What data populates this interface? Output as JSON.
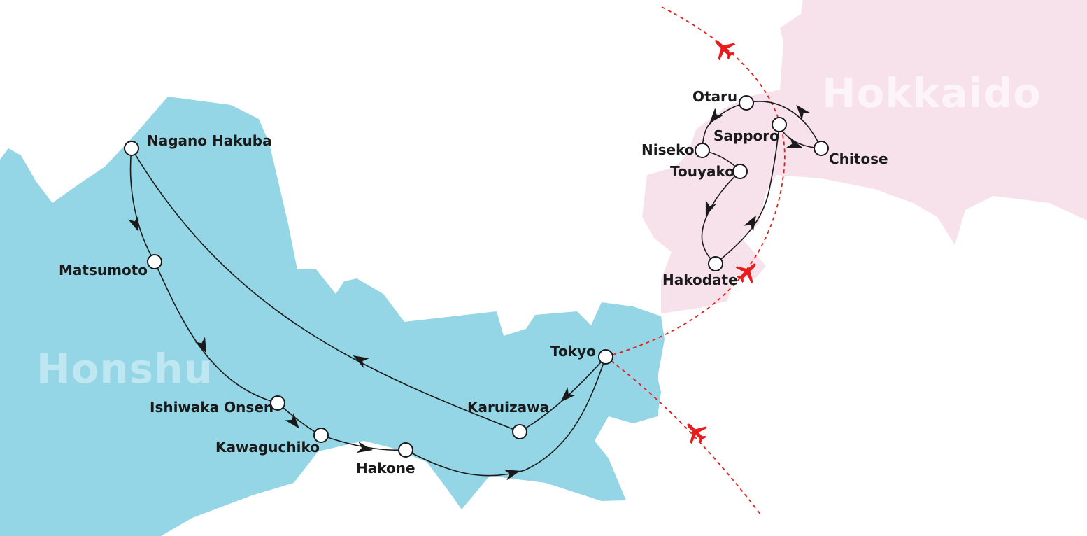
{
  "colors": {
    "honshu_land": "#94d6e6",
    "honshu_label": "#bfe7f1",
    "hokkaido_land": "#f7e1ea",
    "hokkaido_label": "#fdf4f7",
    "route_line": "#1a1a1a",
    "flight_route": "#e81c1c"
  },
  "regions": {
    "honshu": "Honshu",
    "hokkaido": "Hokkaido"
  },
  "cities": {
    "nagano_hakuba": "Nagano Hakuba",
    "matsumoto": "Matsumoto",
    "ishiwaka_onsen": "Ishiwaka Onsen",
    "kawaguchiko": "Kawaguchiko",
    "hakone": "Hakone",
    "karuizawa": "Karuizawa",
    "tokyo": "Tokyo",
    "otaru": "Otaru",
    "sapporo": "Sapporo",
    "niseko": "Niseko",
    "touyako": "Touyako",
    "chitose": "Chitose",
    "hakodate": "Hakodate"
  },
  "icons": {
    "stop": "circle-stop-icon",
    "direction": "arrowhead-icon",
    "flight": "airplane-icon"
  }
}
